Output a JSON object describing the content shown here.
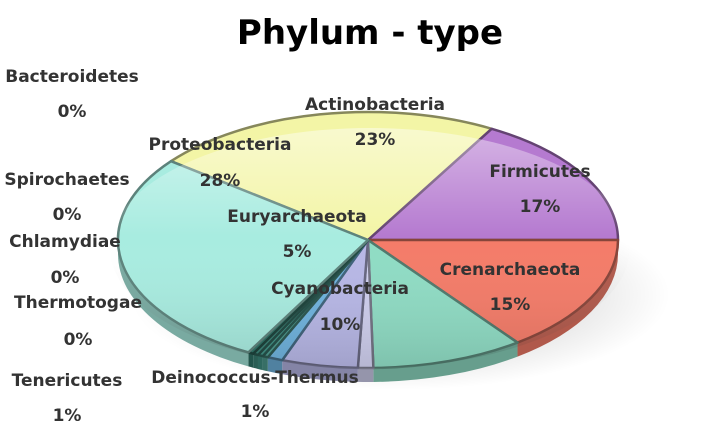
{
  "chart_data": {
    "type": "pie",
    "title": "Phylum - type",
    "slices": [
      {
        "name": "Actinobacteria",
        "label": "23%",
        "value": 23,
        "color": "#f3f5a6"
      },
      {
        "name": "Firmicutes",
        "label": "17%",
        "value": 17,
        "color": "#b57ad0"
      },
      {
        "name": "Crenarchaeota",
        "label": "15%",
        "value": 15,
        "color": "#f47b68"
      },
      {
        "name": "Cyanobacteria",
        "label": "10%",
        "value": 10,
        "color": "#8fdcc4"
      },
      {
        "name": "Deinococcus-Thermus",
        "label": "1%",
        "value": 1,
        "color": "#cfcfee"
      },
      {
        "name": "Euryarchaeota",
        "label": "5%",
        "value": 5,
        "color": "#b7b7e6"
      },
      {
        "name": "Tenericutes",
        "label": "1%",
        "value": 1,
        "color": "#6fb3de"
      },
      {
        "name": "Thermotogae",
        "label": "0%",
        "value": 0,
        "color": "#4c9a8e"
      },
      {
        "name": "Chlamydiae",
        "label": "0%",
        "value": 0,
        "color": "#3f8f83"
      },
      {
        "name": "Spirochaetes",
        "label": "0%",
        "value": 0,
        "color": "#3a8276"
      },
      {
        "name": "Bacteroidetes",
        "label": "0%",
        "value": 0,
        "color": "#2f7468"
      },
      {
        "name": "Proteobacteria",
        "label": "28%",
        "value": 28,
        "color": "#a8ece0"
      }
    ]
  }
}
